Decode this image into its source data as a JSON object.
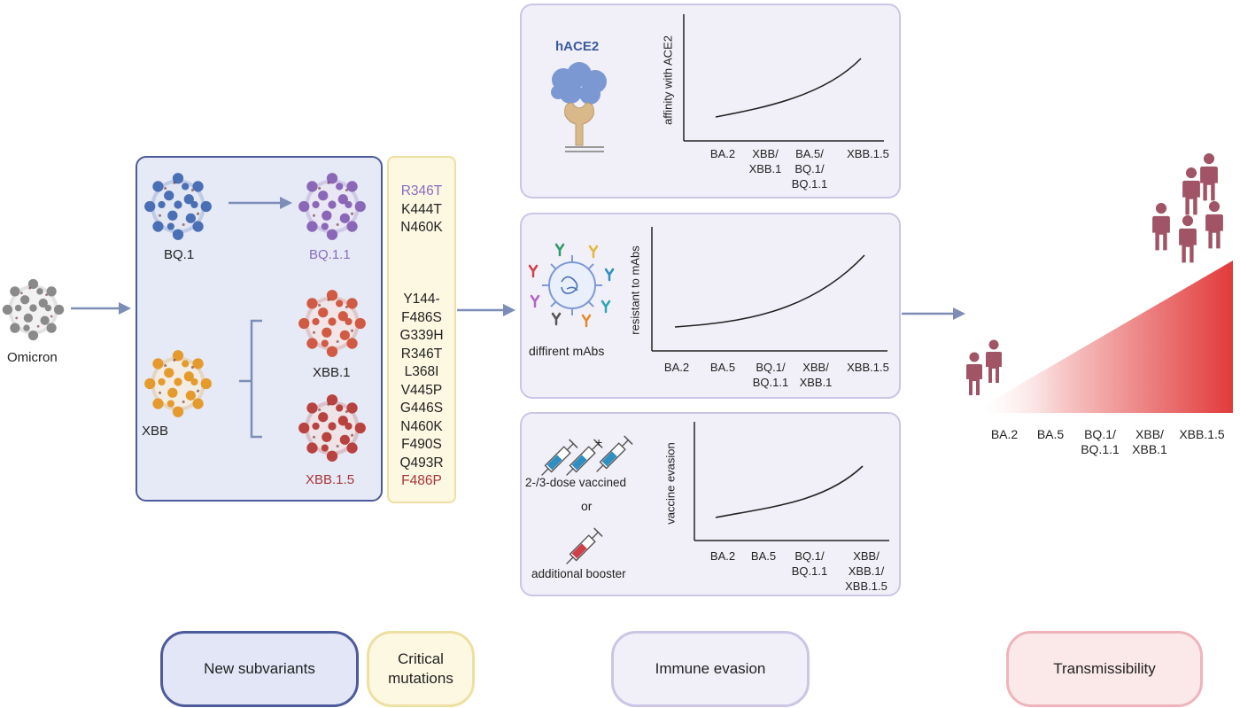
{
  "omicron": {
    "label": "Omicron"
  },
  "new_subvariants": {
    "bq1": "BQ.1",
    "bq11": "BQ.1.1",
    "xbb": "XBB",
    "xbb1": "XBB.1",
    "xbb15": "XBB.1.5"
  },
  "mutations": {
    "bq_group": [
      "R346T",
      "K444T",
      "N460K"
    ],
    "xbb_group": [
      "Y144-",
      "F486S",
      "G339H",
      "R346T",
      "L368I",
      "V445P",
      "G446S",
      "N460K",
      "F490S",
      "Q493R",
      "F486P"
    ]
  },
  "panels": {
    "ace2": {
      "icon_label": "hACE2",
      "ylabel": "affinity with ACE2",
      "ticks": [
        "BA.2",
        "XBB/\nXBB.1",
        "BA.5/\nBQ.1/\nBQ.1.1",
        "XBB.1.5"
      ]
    },
    "mabs": {
      "icon_label": "diffirent mAbs",
      "ylabel": "resistant to mAbs",
      "ticks": [
        "BA.2",
        "BA.5",
        "BQ.1/\nBQ.1.1",
        "XBB/\nXBB.1",
        "XBB.1.5"
      ]
    },
    "vaccine": {
      "icon_label_1": "2-/3-dose vaccined",
      "icon_or": "or",
      "icon_label_2": "additional booster",
      "ylabel": "vaccine evasion",
      "ticks": [
        "BA.2",
        "BA.5",
        "BQ.1/\nBQ.1.1",
        "XBB/\nXBB.1/\nXBB.1.5"
      ]
    }
  },
  "transmissibility": {
    "ticks": [
      "BA.2",
      "BA.5",
      "BQ.1/\nBQ.1.1",
      "XBB/\nXBB.1",
      "XBB.1.5"
    ]
  },
  "legend": {
    "new_subvariants": "New subvariants",
    "critical_mutations": "Critical\nmutations",
    "immune_evasion": "Immune evasion",
    "transmissibility": "Transmissibility"
  },
  "colors": {
    "blue_virus": "#4a6fb5",
    "purple_virus": "#8b67b8",
    "orange_virus": "#e59a2e",
    "red_virus": "#d05a43",
    "darkred_virus": "#b8423f",
    "grey_virus": "#8a8a8a",
    "bq11_text": "#8a6cc0",
    "xbb15_text": "#a8353a",
    "mut_purple": "#8a6cc0",
    "mut_red": "#a8353a",
    "people": "#a05466",
    "gradient_red": "#e23a3a"
  }
}
